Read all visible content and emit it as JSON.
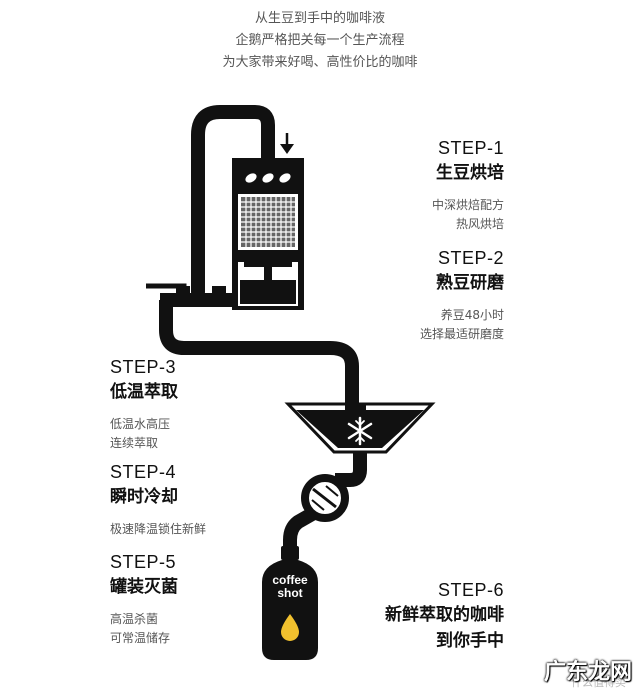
{
  "intro": [
    "从生豆到手中的咖啡液",
    "企鹅严格把关每一个生产流程",
    "为大家带来好喝、高性价比的咖啡"
  ],
  "steps": [
    {
      "label": "STEP-1",
      "title": [
        "生豆烘培"
      ],
      "desc": [
        "中深烘焙配方",
        "热风烘培"
      ]
    },
    {
      "label": "STEP-2",
      "title": [
        "熟豆研磨"
      ],
      "desc": [
        "养豆48小时",
        "选择最适研磨度"
      ]
    },
    {
      "label": "STEP-3",
      "title": [
        "低温萃取"
      ],
      "desc": [
        "低温水高压",
        "连续萃取"
      ]
    },
    {
      "label": "STEP-4",
      "title": [
        "瞬时冷却"
      ],
      "desc": [
        "极速降温锁住新鲜"
      ]
    },
    {
      "label": "STEP-5",
      "title": [
        "罐装灭菌"
      ],
      "desc": [
        "高温杀菌",
        "可常温储存"
      ]
    },
    {
      "label": "STEP-6",
      "title": [
        "新鲜萃取的咖啡",
        "到你手中"
      ],
      "desc": []
    }
  ],
  "bottle": {
    "line1": "coffee",
    "line2": "shot"
  },
  "watermark": {
    "main": "广东龙网",
    "sub": "什么值得买"
  },
  "colors": {
    "ink": "#111111",
    "drop": "#f2c12e",
    "text_gray": "#555555"
  }
}
